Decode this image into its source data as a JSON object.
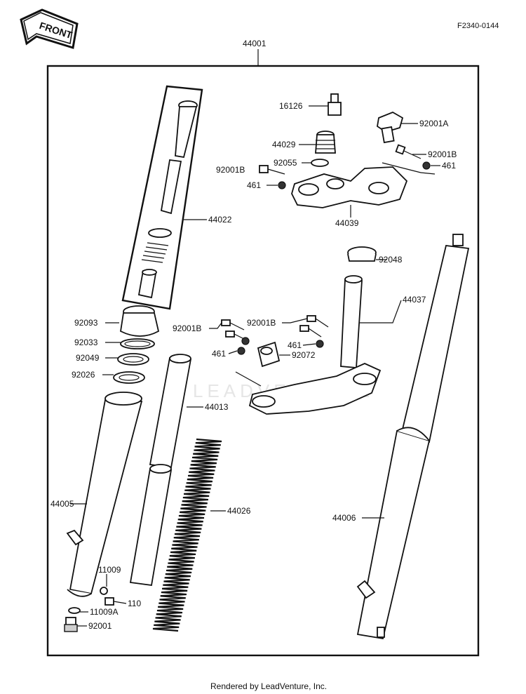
{
  "drawing_code": "F2340-0144",
  "front_label": "FRONT",
  "watermark": "LEADVENTURE",
  "footer": "Rendered by LeadVenture, Inc.",
  "parts": {
    "p44001": "44001",
    "p44022": "44022",
    "p16126": "16126",
    "p92001A": "92001A",
    "p44029": "44029",
    "p92001B_a": "92001B",
    "p92055": "92055",
    "p92001B_b": "92001B",
    "p461_a": "461",
    "p461_b": "461",
    "p44039": "44039",
    "p92048": "92048",
    "p44037": "44037",
    "p92093": "92093",
    "p92001B_c": "92001B",
    "p92001B_d": "92001B",
    "p461_c": "461",
    "p461_d": "461",
    "p92072": "92072",
    "p92033": "92033",
    "p92049": "92049",
    "p92026": "92026",
    "p44013": "44013",
    "p44005": "44005",
    "p44026": "44026",
    "p44006": "44006",
    "p11009": "11009",
    "p110": "110",
    "p11009A": "11009A",
    "p92001": "92001"
  }
}
